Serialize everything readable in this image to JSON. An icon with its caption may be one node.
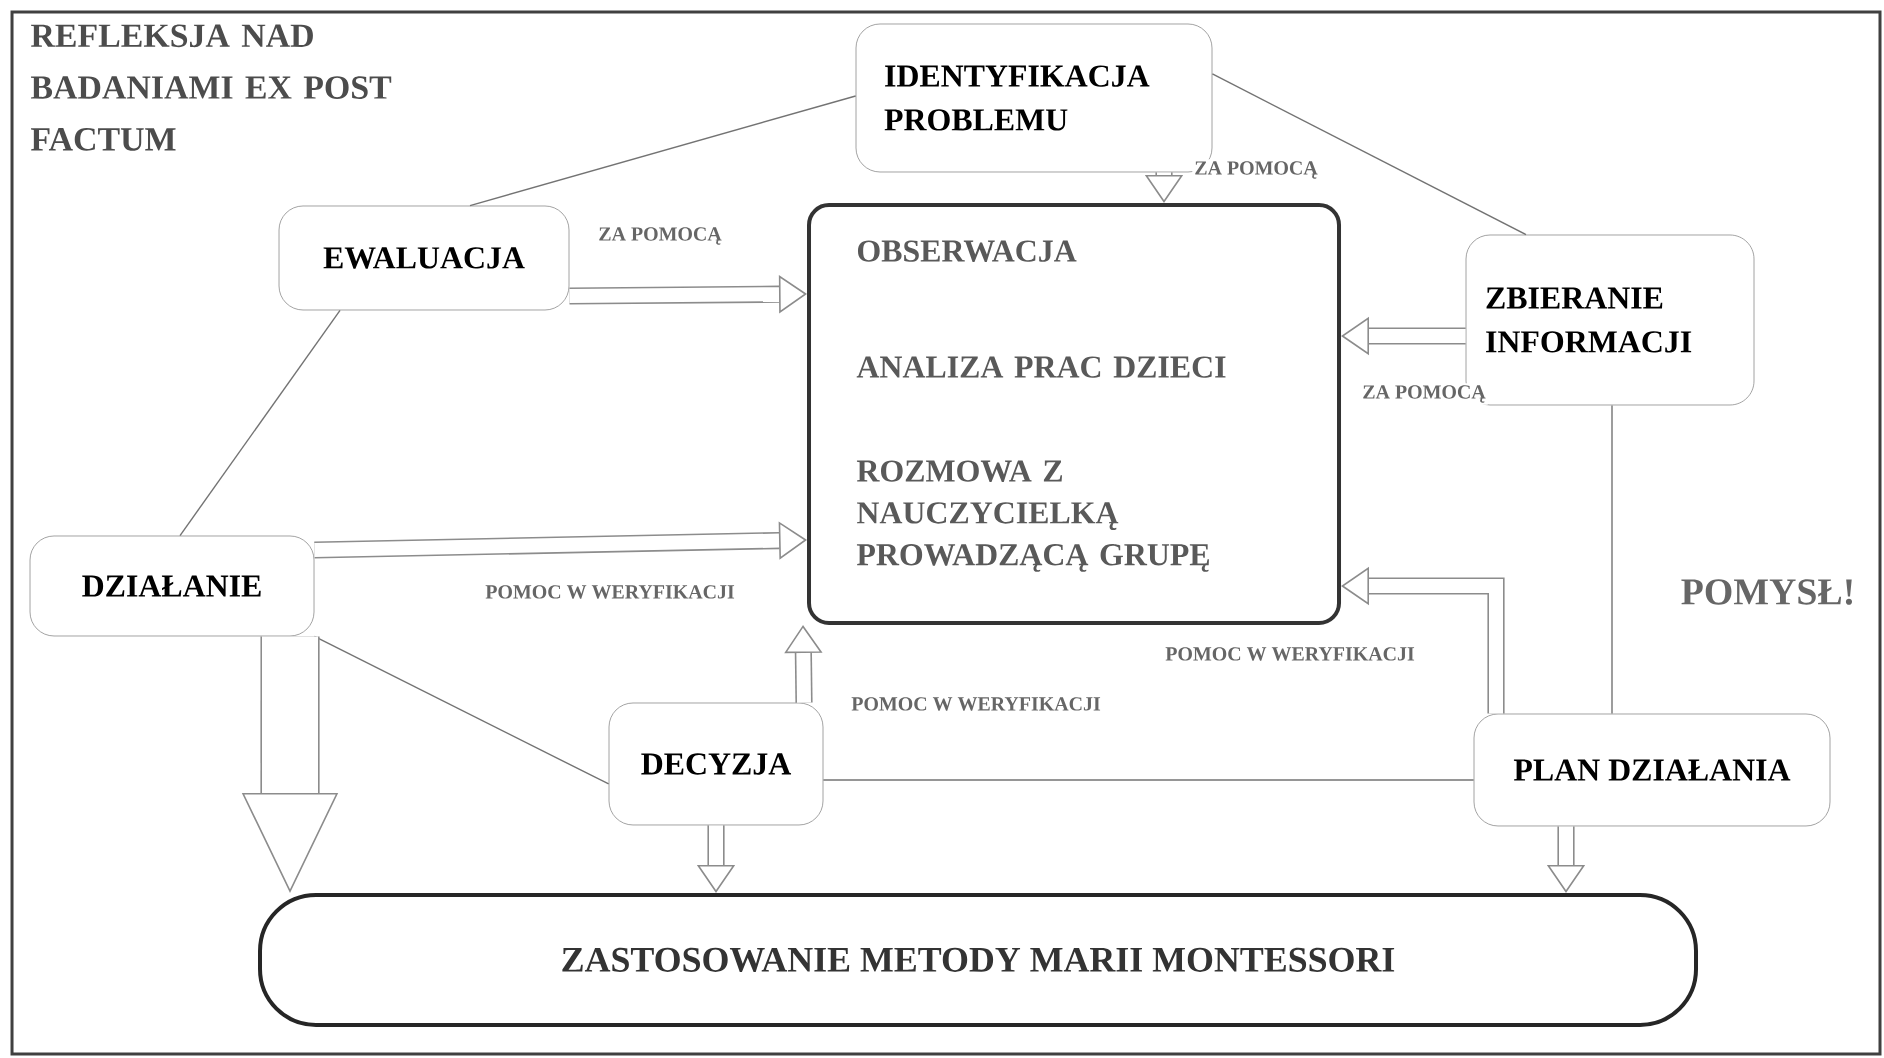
{
  "diagram": {
    "title": "REFLEKSJA NAD BADANIAMI EX POST FACTUM",
    "nodes": [
      {
        "text": [
          "IDENTYFIKACJA PROBLEMU"
        ]
      },
      {
        "text": [
          "EWALUACJA"
        ]
      },
      {
        "text": [
          "OBSERWACJA",
          "ANALIZA PRAC DZIECI",
          "ROZMOWA Z NAUCZYCIELKĄ PROWADZĄCĄ GRUPĘ"
        ]
      },
      {
        "text": [
          "ZBIERANIE INFORMACJI"
        ]
      },
      {
        "text": [
          "DZIAŁANIE"
        ]
      },
      {
        "text": [
          "DECYZJA"
        ]
      },
      {
        "text": [
          "PLAN DZIAŁANIA"
        ]
      },
      {
        "text": [
          "ZASTOSOWANIE METODY MARII MONTESSORI"
        ]
      }
    ],
    "edges": [
      {
        "from": 0,
        "to": 1,
        "arrow": "none"
      },
      {
        "from": 0,
        "to": 3,
        "arrow": "none"
      },
      {
        "from": 1,
        "to": 4,
        "arrow": "none"
      },
      {
        "from": 4,
        "to": 5,
        "arrow": "none"
      },
      {
        "from": 5,
        "to": 6,
        "arrow": "none"
      },
      {
        "from": 3,
        "to": 6,
        "arrow": "none"
      },
      {
        "from": 0,
        "to": 2,
        "arrow": "to",
        "label": "ZA POMOCĄ"
      },
      {
        "from": 1,
        "to": 2,
        "arrow": "to",
        "label": "ZA POMOCĄ"
      },
      {
        "from": 3,
        "to": 2,
        "arrow": "to",
        "label": "ZA POMOCĄ"
      },
      {
        "from": 4,
        "to": 2,
        "arrow": "to",
        "label": "POMOC W WERYFIKACJI"
      },
      {
        "from": 5,
        "to": 2,
        "arrow": "to",
        "label": "POMOC W WERYFIKACJI"
      },
      {
        "from": 6,
        "to": 2,
        "arrow": "to",
        "label": "POMOC W WERYFIKACJI"
      },
      {
        "from": 4,
        "to": 7,
        "arrow": "to",
        "style": "thick"
      },
      {
        "from": 5,
        "to": 7,
        "arrow": "to"
      },
      {
        "from": 6,
        "to": 7,
        "arrow": "to"
      }
    ],
    "labels": [
      "POMYSŁ!"
    ]
  }
}
